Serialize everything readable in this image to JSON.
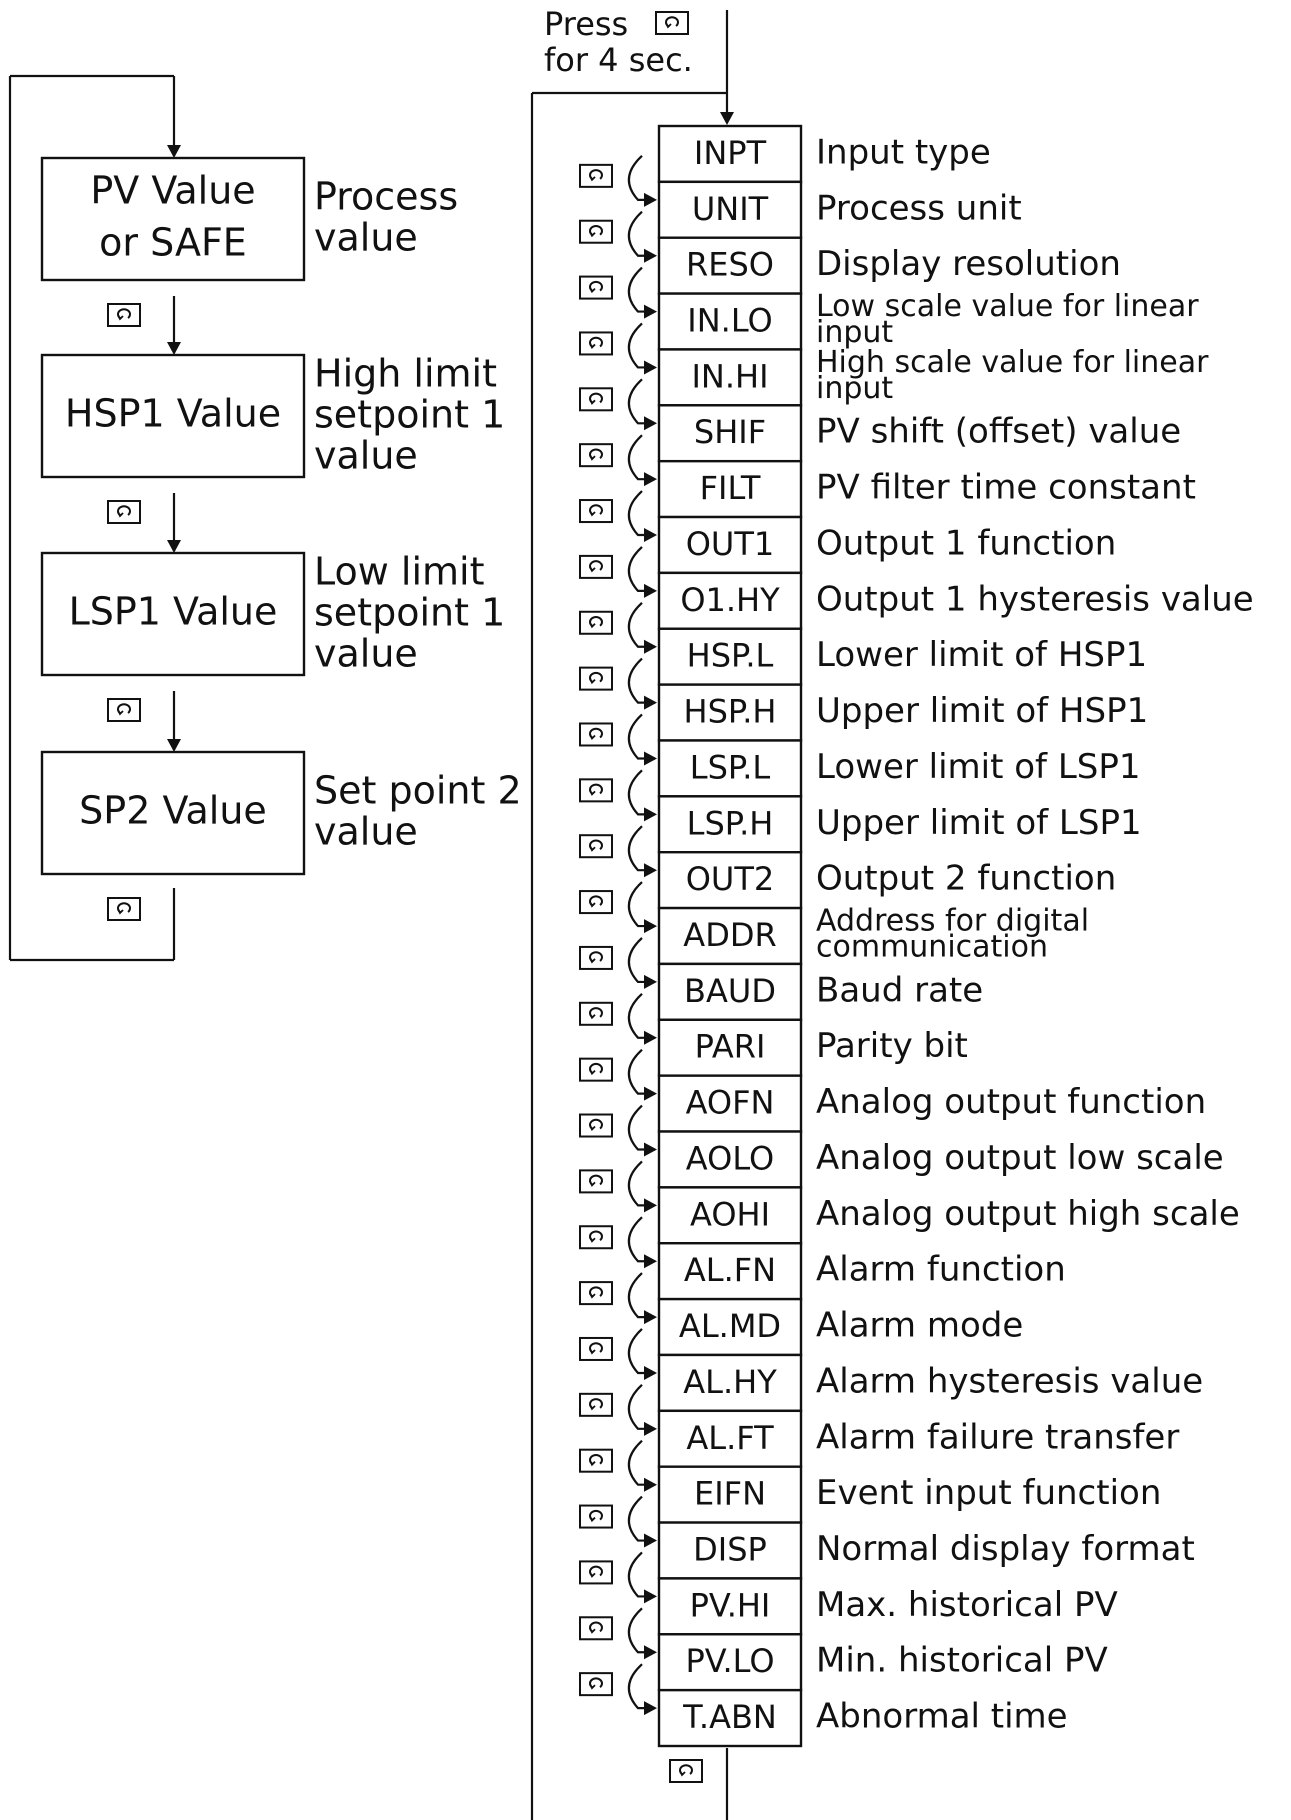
{
  "press_note": {
    "line1": "Press",
    "line2": "for 4 sec."
  },
  "key_icon": "scroll-key-icon",
  "normal_mode": [
    {
      "box": [
        "PV Value",
        "or SAFE"
      ],
      "desc": [
        "Process",
        "value"
      ]
    },
    {
      "box": [
        "HSP1 Value"
      ],
      "desc": [
        "High limit",
        "setpoint 1",
        "value"
      ]
    },
    {
      "box": [
        "LSP1 Value"
      ],
      "desc": [
        "Low limit",
        "setpoint 1",
        "value"
      ]
    },
    {
      "box": [
        "SP2 Value"
      ],
      "desc": [
        "Set point 2",
        "value"
      ]
    }
  ],
  "setup_mode": [
    {
      "code": "INPT",
      "desc": [
        "Input type"
      ]
    },
    {
      "code": "UNIT",
      "desc": [
        "Process unit"
      ]
    },
    {
      "code": "RESO",
      "desc": [
        "Display resolution"
      ]
    },
    {
      "code": "IN.LO",
      "desc": [
        "Low scale value for linear",
        "input"
      ]
    },
    {
      "code": "IN.HI",
      "desc": [
        "High scale value for linear",
        "input"
      ]
    },
    {
      "code": "SHIF",
      "desc": [
        "PV shift (offset) value"
      ]
    },
    {
      "code": "FILT",
      "desc": [
        "PV filter time constant"
      ]
    },
    {
      "code": "OUT1",
      "desc": [
        "Output 1 function"
      ]
    },
    {
      "code": "O1.HY",
      "desc": [
        "Output 1 hysteresis value"
      ]
    },
    {
      "code": "HSP.L",
      "desc": [
        "Lower limit of HSP1"
      ]
    },
    {
      "code": "HSP.H",
      "desc": [
        "Upper limit of HSP1"
      ]
    },
    {
      "code": "LSP.L",
      "desc": [
        "Lower limit of LSP1"
      ]
    },
    {
      "code": "LSP.H",
      "desc": [
        "Upper limit of LSP1"
      ]
    },
    {
      "code": "OUT2",
      "desc": [
        "Output 2 function"
      ]
    },
    {
      "code": "ADDR",
      "desc": [
        "Address for digital",
        "communication"
      ]
    },
    {
      "code": "BAUD",
      "desc": [
        "Baud rate"
      ]
    },
    {
      "code": "PARI",
      "desc": [
        "Parity bit"
      ]
    },
    {
      "code": "AOFN",
      "desc": [
        "Analog output function"
      ]
    },
    {
      "code": "AOLO",
      "desc": [
        "Analog output low scale"
      ]
    },
    {
      "code": "AOHI",
      "desc": [
        "Analog output high scale"
      ]
    },
    {
      "code": "AL.FN",
      "desc": [
        "Alarm function"
      ]
    },
    {
      "code": "AL.MD",
      "desc": [
        "Alarm mode"
      ]
    },
    {
      "code": "AL.HY",
      "desc": [
        "Alarm hysteresis value"
      ]
    },
    {
      "code": "AL.FT",
      "desc": [
        "Alarm failure transfer"
      ]
    },
    {
      "code": "EIFN",
      "desc": [
        "Event input function"
      ]
    },
    {
      "code": "DISP",
      "desc": [
        "Normal display format"
      ]
    },
    {
      "code": "PV.HI",
      "desc": [
        "Max. historical PV"
      ]
    },
    {
      "code": "PV.LO",
      "desc": [
        "Min. historical PV"
      ]
    },
    {
      "code": "T.ABN",
      "desc": [
        "Abnormal time"
      ]
    }
  ]
}
